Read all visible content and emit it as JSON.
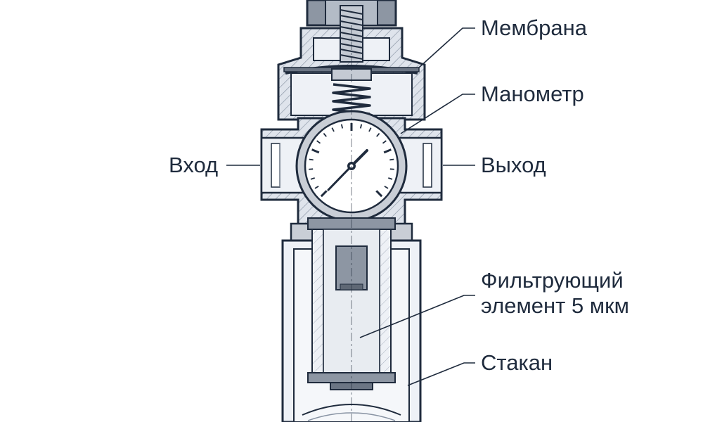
{
  "labels": {
    "membrane": "Мембрана",
    "gauge": "Манометр",
    "inlet": "Вход",
    "outlet": "Выход",
    "filter_line1": "Фильтрующий",
    "filter_line2": "элемент 5 мкм",
    "bowl": "Стакан"
  },
  "colors": {
    "outline": "#1f2b3d",
    "body_fill": "#dfe4ec",
    "hatch": "#8893a3",
    "bowl_fill": "#eef1f6",
    "dark_fill": "#8d96a3",
    "leader": "#1f2b3d",
    "text": "#1f2b3d"
  }
}
